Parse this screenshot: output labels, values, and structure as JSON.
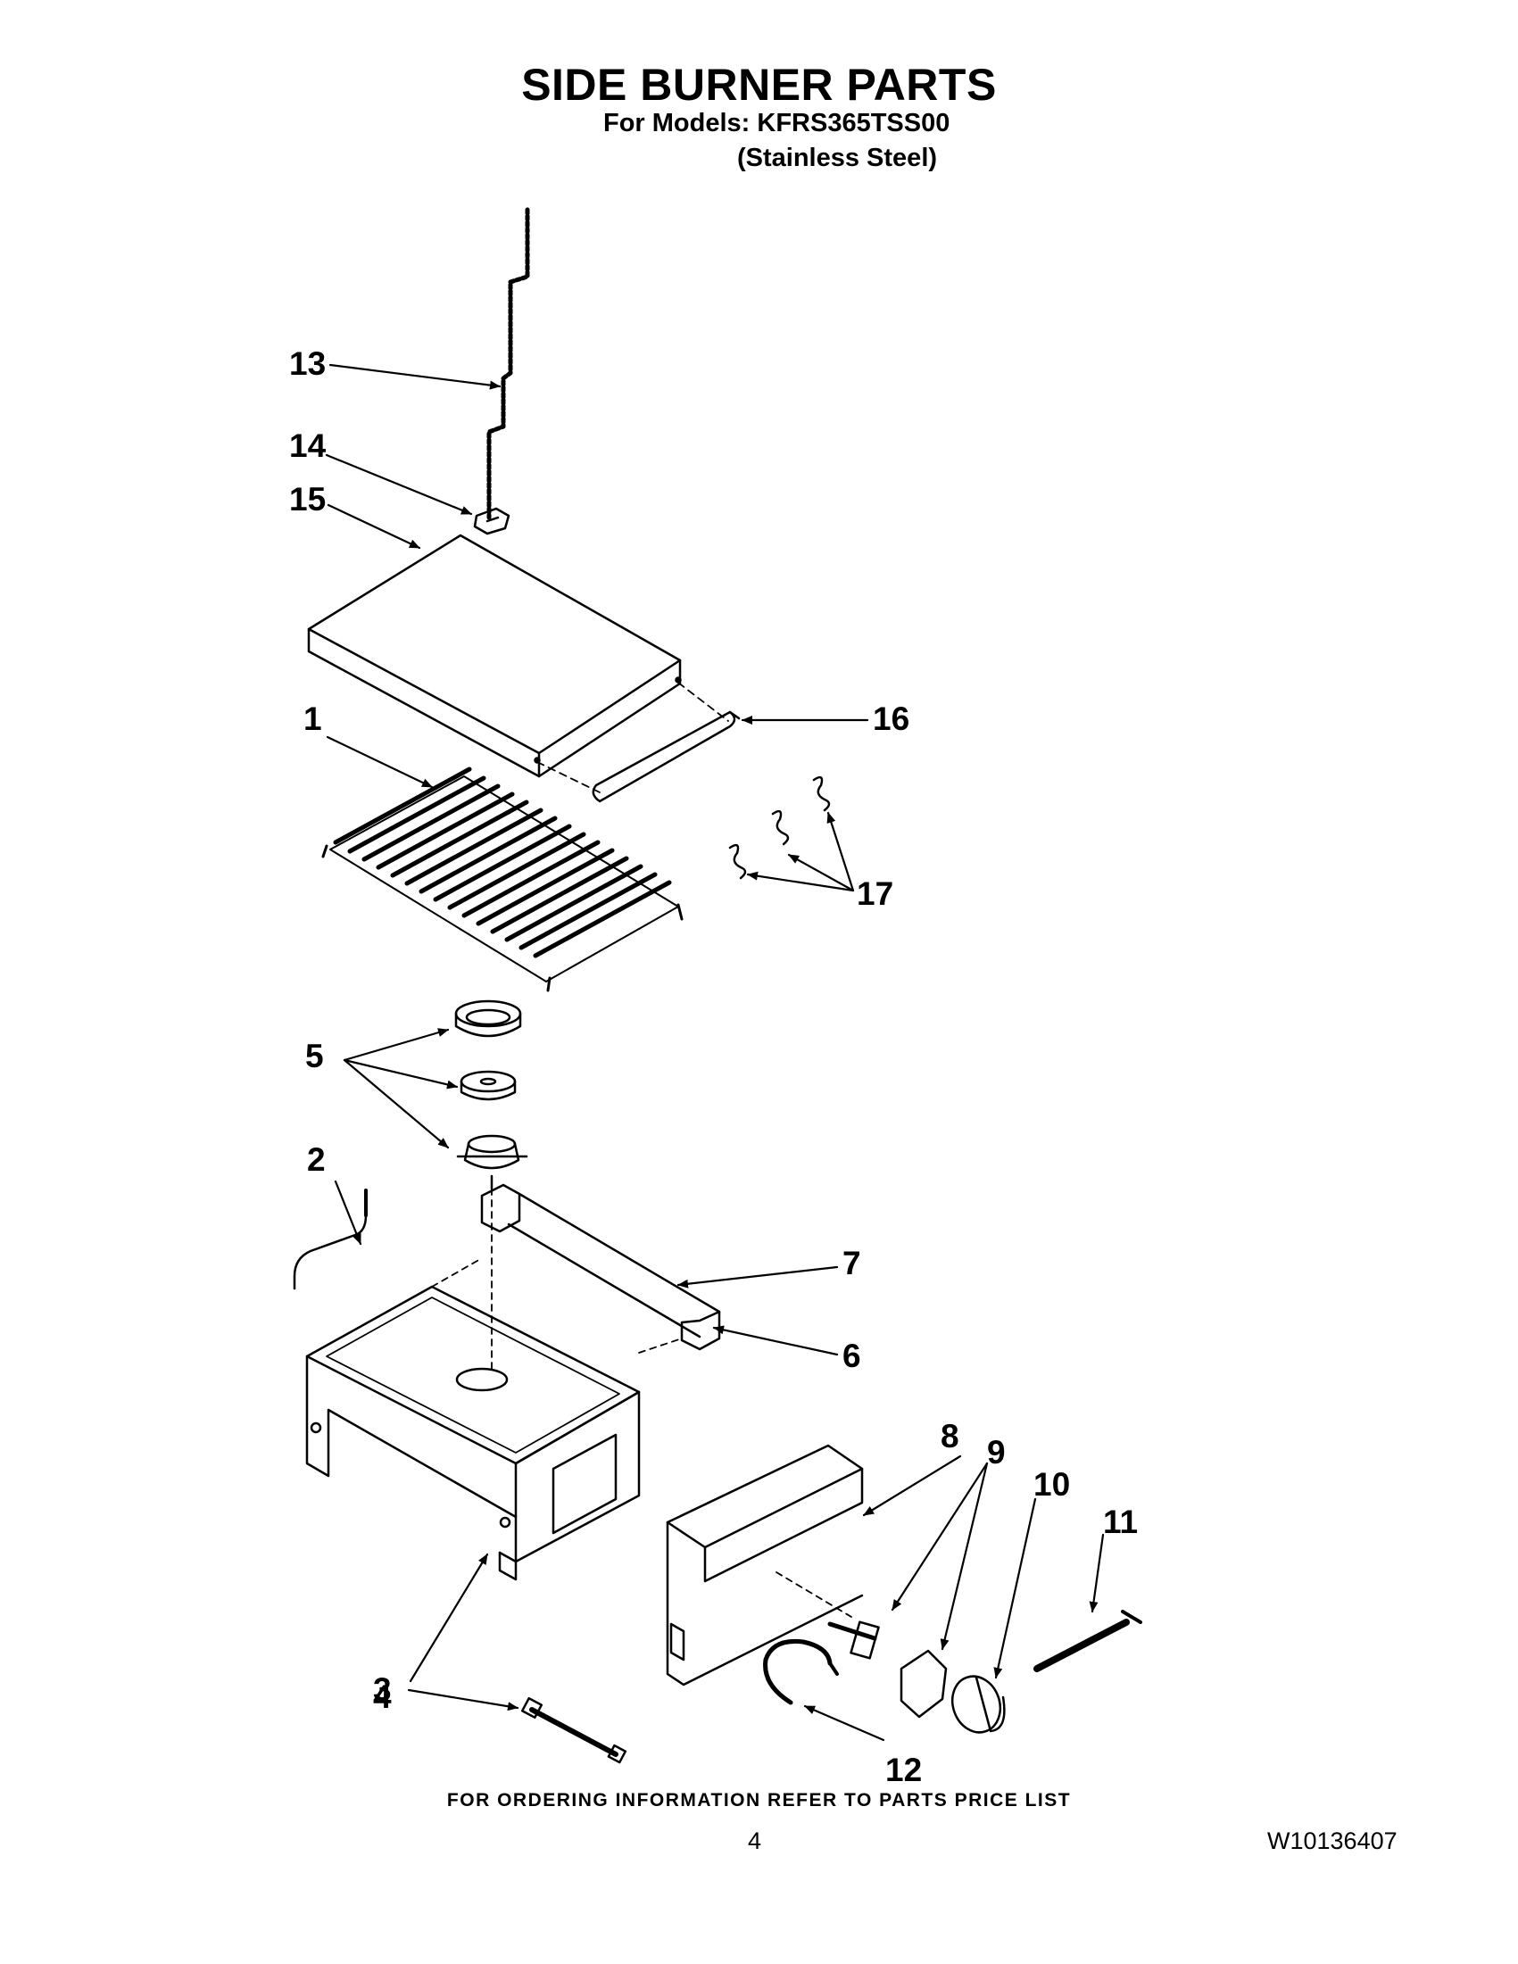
{
  "header": {
    "title": "SIDE BURNER PARTS",
    "models": "For Models: KFRS365TSS00",
    "variant": "(Stainless Steel)"
  },
  "callouts": [
    "1",
    "2",
    "3",
    "4",
    "5",
    "6",
    "7",
    "8",
    "9",
    "10",
    "11",
    "12",
    "13",
    "14",
    "15",
    "16",
    "17"
  ],
  "footer": {
    "note": "FOR ORDERING INFORMATION REFER TO PARTS PRICE LIST",
    "page": "4",
    "doc_number": "W10136407"
  }
}
